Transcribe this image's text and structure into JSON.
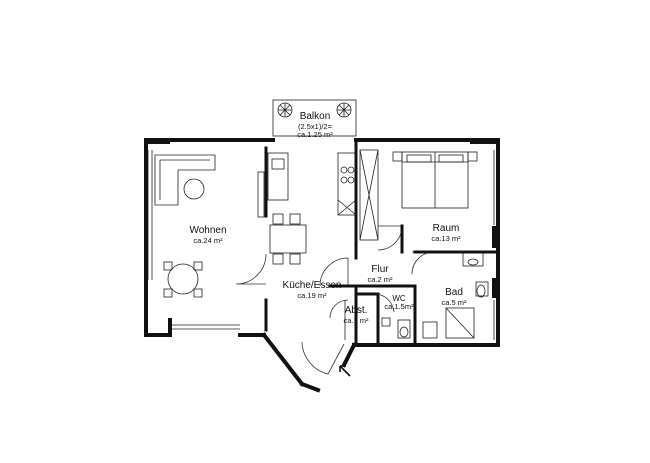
{
  "rooms": {
    "balkon": {
      "name": "Balkon",
      "formula": "(2.5x1)/2=",
      "area": "ca.1.25 m²"
    },
    "wohnen": {
      "name": "Wohnen",
      "area": "ca.24 m²"
    },
    "kueche": {
      "name": "Küche/Essen",
      "area": "ca.19 m²"
    },
    "raum": {
      "name": "Raum",
      "area": "ca.13 m²"
    },
    "flur": {
      "name": "Flur",
      "area": "ca.2 m²"
    },
    "wc": {
      "name": "WC",
      "area": "ca.1.5m²"
    },
    "bad": {
      "name": "Bad",
      "area": "ca.5 m²"
    },
    "abst": {
      "name": "Abst.",
      "area": "ca.1 m²"
    }
  },
  "colors": {
    "wall": "#111111",
    "line": "#222222",
    "fixture": "#555555"
  }
}
